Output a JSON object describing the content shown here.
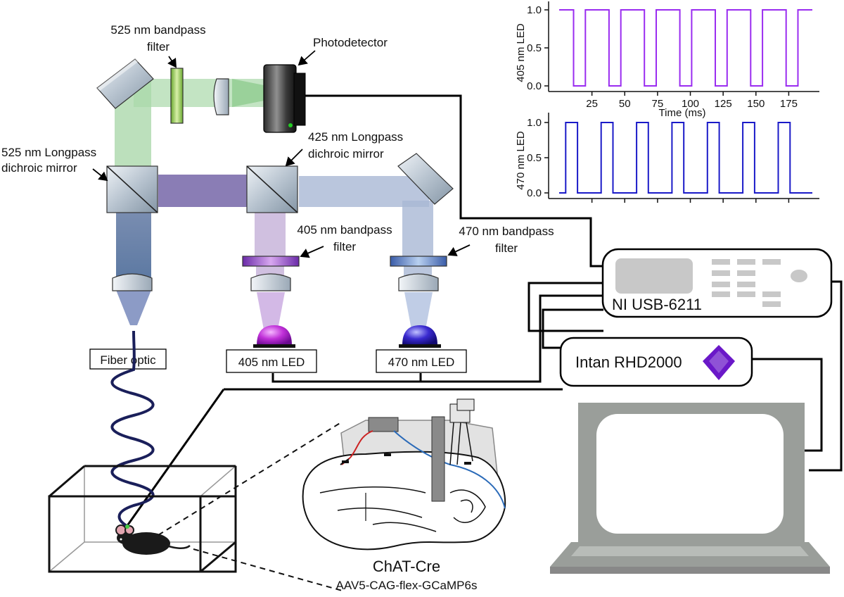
{
  "labels": {
    "bp525": [
      "525 nm bandpass",
      "filter"
    ],
    "photodetector": "Photodetector",
    "lp525": [
      "525 nm Longpass",
      "dichroic mirror"
    ],
    "lp425": [
      "425 nm Longpass",
      "dichroic mirror"
    ],
    "bp405": [
      "405 nm bandpass",
      "filter"
    ],
    "bp470": [
      "470 nm bandpass",
      "filter"
    ],
    "fiber_optic": "Fiber optic",
    "led405": "405 nm LED",
    "led470": "470 nm LED",
    "ni": "NI USB-6211",
    "intan": "Intan RHD2000",
    "chat_cre": "ChAT-Cre",
    "virus": "AAV5-CAG-flex-GCaMP6s"
  },
  "colors": {
    "green_beam": "#7fc57f",
    "purple_beam": "#6a5c9c",
    "blue_beam": "#8aa6cc",
    "violet_led": "#b830d8",
    "blue_led": "#3a2ad0",
    "trace_405": "#9a2cf0",
    "trace_470": "#1a1ac8",
    "monitor_gray": "#9a9e9a",
    "intan_logo": "#6a18c8"
  },
  "chart_data": [
    {
      "type": "line",
      "ylabel": "405 nm LED",
      "xlabel": "Time (ms)",
      "xlim": [
        0,
        193
      ],
      "ylim": [
        0,
        1
      ],
      "yticks": [
        "0.0",
        "0.5",
        "1.0"
      ],
      "xticks": [
        "25",
        "50",
        "75",
        "100",
        "125",
        "150",
        "175"
      ],
      "xtick_values": [
        25,
        50,
        75,
        100,
        125,
        150,
        175
      ],
      "ytick_values": [
        0,
        0.5,
        1
      ],
      "x": [
        0,
        11,
        11,
        20,
        20,
        38,
        38,
        47,
        47,
        65,
        65,
        74,
        74,
        92,
        92,
        101,
        101,
        119,
        119,
        128,
        128,
        146,
        146,
        155,
        155,
        173,
        173,
        182,
        182,
        193
      ],
      "y": [
        1,
        1,
        0,
        0,
        1,
        1,
        0,
        0,
        1,
        1,
        0,
        0,
        1,
        1,
        0,
        0,
        1,
        1,
        0,
        0,
        1,
        1,
        0,
        0,
        1,
        1,
        0,
        0,
        1,
        1
      ]
    },
    {
      "type": "line",
      "ylabel": "470 nm LED",
      "xlabel": "",
      "xlim": [
        0,
        193
      ],
      "ylim": [
        0,
        1
      ],
      "yticks": [
        "0.0",
        "0.5",
        "1.0"
      ],
      "xticks": [],
      "xtick_values": [],
      "ytick_values": [
        0,
        0.5,
        1
      ],
      "x": [
        0,
        5,
        5,
        14,
        14,
        32,
        32,
        41,
        41,
        59,
        59,
        68,
        68,
        86,
        86,
        95,
        95,
        113,
        113,
        122,
        122,
        140,
        140,
        149,
        149,
        167,
        167,
        176,
        176,
        193
      ],
      "y": [
        0,
        0,
        1,
        1,
        0,
        0,
        1,
        1,
        0,
        0,
        1,
        1,
        0,
        0,
        1,
        1,
        0,
        0,
        1,
        1,
        0,
        0,
        1,
        1,
        0,
        0,
        1,
        1,
        0,
        0
      ]
    }
  ]
}
